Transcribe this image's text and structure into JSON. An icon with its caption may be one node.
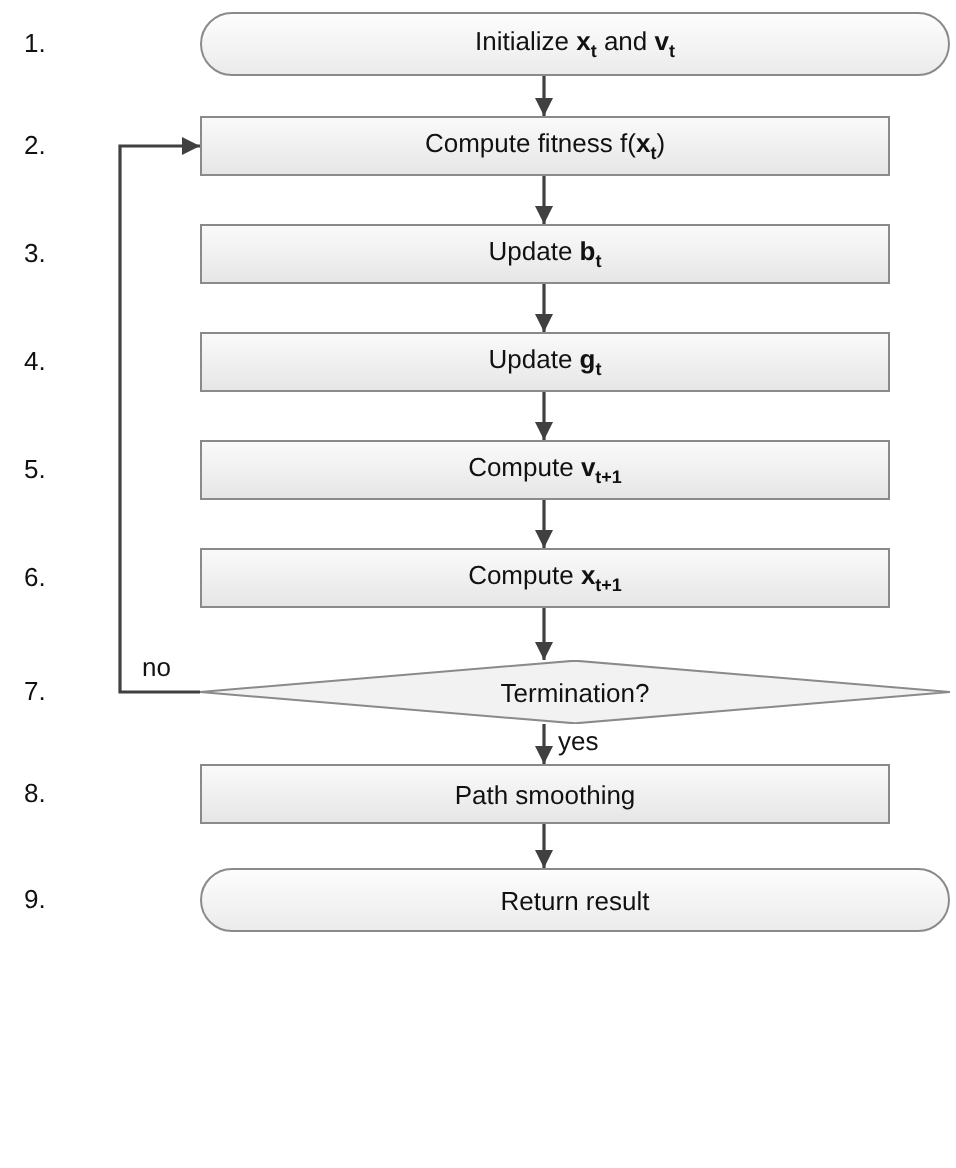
{
  "diagram": {
    "nodes": [
      {
        "text": [
          "Initialize **x**$_{t}$ and **v**$_{t}$"
        ]
      },
      {
        "text": [
          "Compute fitness f(**x**$_{t}$)"
        ]
      },
      {
        "text": [
          "Update **b**$_{t}$"
        ]
      },
      {
        "text": [
          "Update **g**$_{t}$"
        ]
      },
      {
        "text": [
          "Compute **v**$_{t+1}$"
        ]
      },
      {
        "text": [
          "Compute **x**$_{t+1}$"
        ]
      },
      {
        "text": [
          "Termination?"
        ]
      },
      {
        "text": [
          "Path smoothing"
        ]
      },
      {
        "text": [
          "Return result"
        ]
      }
    ],
    "labels": [
      "1.",
      "2.",
      "3.",
      "4.",
      "5.",
      "6.",
      "7.",
      "8.",
      "9."
    ],
    "edges": [
      {
        "from": 0,
        "to": 1,
        "arrow": "to"
      },
      {
        "from": 1,
        "to": 2,
        "arrow": "to"
      },
      {
        "from": 2,
        "to": 3,
        "arrow": "to"
      },
      {
        "from": 3,
        "to": 4,
        "arrow": "to"
      },
      {
        "from": 4,
        "to": 5,
        "arrow": "to"
      },
      {
        "from": 5,
        "to": 6,
        "arrow": "to"
      },
      {
        "from": 6,
        "to": 7,
        "arrow": "to",
        "label": "yes"
      },
      {
        "from": 7,
        "to": 8,
        "arrow": "to"
      },
      {
        "from": 6,
        "to": 1,
        "arrow": "to",
        "label": "no"
      }
    ]
  }
}
